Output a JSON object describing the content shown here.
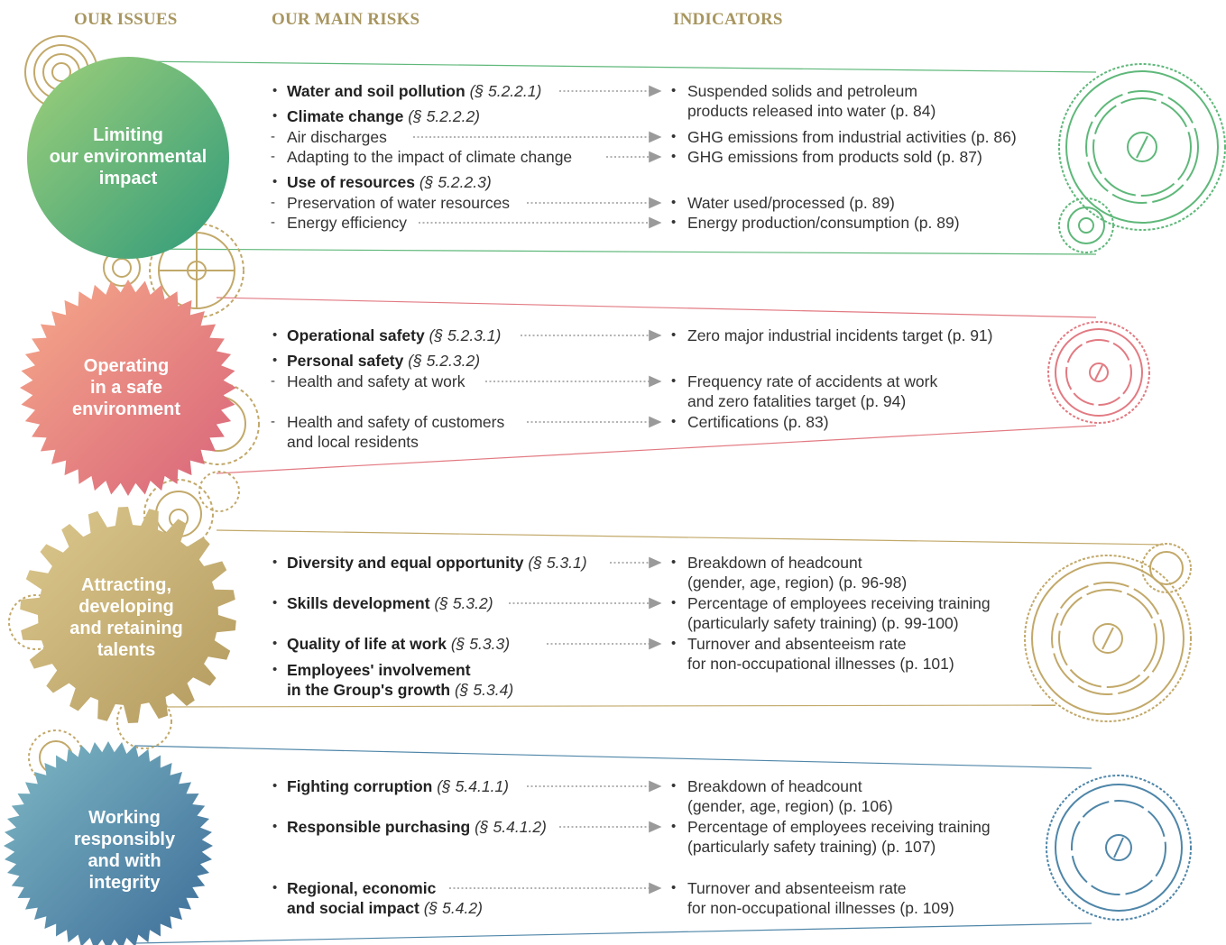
{
  "headers": {
    "issues": "OUR ISSUES",
    "risks": "OUR MAIN RISKS",
    "indicators": "INDICATORS"
  },
  "colors": {
    "green": "#5fb87a",
    "red": "#e27a82",
    "gold": "#c2a96a",
    "blue": "#4f86a8",
    "header": "#a89660"
  },
  "sections": [
    {
      "issue": [
        "Limiting",
        "our environmental",
        "impact"
      ],
      "risks": [
        {
          "marker": "•",
          "bold": "Water and soil pollution",
          "ref": "(§ 5.2.2.1)",
          "text": ""
        },
        {
          "marker": "•",
          "bold": "Climate change",
          "ref": "(§ 5.2.2.2)",
          "text": ""
        },
        {
          "marker": "-",
          "bold": "",
          "ref": "",
          "text": "Air discharges"
        },
        {
          "marker": "-",
          "bold": "",
          "ref": "",
          "text": "Adapting to the impact of climate change"
        },
        {
          "marker": "•",
          "bold": "Use of resources",
          "ref": "(§ 5.2.2.3)",
          "text": ""
        },
        {
          "marker": "-",
          "bold": "",
          "ref": "",
          "text": "Preservation of water resources"
        },
        {
          "marker": "-",
          "bold": "",
          "ref": "",
          "text": "Energy efficiency"
        }
      ],
      "indicators": [
        [
          "Suspended solids and petroleum",
          "products released into water (p. 84)"
        ],
        [
          "GHG emissions from industrial activities (p. 86)"
        ],
        [
          "GHG emissions from products sold (p. 87)"
        ],
        [
          "Water used/processed (p. 89)"
        ],
        [
          "Energy production/consumption (p. 89)"
        ]
      ]
    },
    {
      "issue": [
        "Operating",
        "in a safe",
        "environment"
      ],
      "risks": [
        {
          "marker": "•",
          "bold": "Operational safety",
          "ref": "(§ 5.2.3.1)",
          "text": ""
        },
        {
          "marker": "•",
          "bold": "Personal safety",
          "ref": "(§ 5.2.3.2)",
          "text": ""
        },
        {
          "marker": "-",
          "bold": "",
          "ref": "",
          "text": "Health and safety at work"
        },
        {
          "marker": "-",
          "bold": "",
          "ref": "",
          "text": "Health and safety of customers",
          "text2": "and local residents"
        }
      ],
      "indicators": [
        [
          "Zero major industrial incidents target (p. 91)"
        ],
        [
          "Frequency rate of accidents at work",
          "and zero fatalities target (p. 94)"
        ],
        [
          "Certifications (p. 83)"
        ]
      ]
    },
    {
      "issue": [
        "Attracting,",
        "developing",
        "and retaining",
        "talents"
      ],
      "risks": [
        {
          "marker": "•",
          "bold": "Diversity and equal opportunity",
          "ref": "(§ 5.3.1)",
          "text": ""
        },
        {
          "marker": "•",
          "bold": "Skills development",
          "ref": "(§ 5.3.2)",
          "text": ""
        },
        {
          "marker": "•",
          "bold": "Quality of life at work",
          "ref": "(§ 5.3.3)",
          "text": ""
        },
        {
          "marker": "•",
          "bold": "Employees' involvement",
          "ref": "",
          "text": "",
          "bold2": "in the Group's growth",
          "ref2": "(§ 5.3.4)"
        }
      ],
      "indicators": [
        [
          "Breakdown of headcount",
          "(gender, age, region) (p. 96-98)"
        ],
        [
          "Percentage of employees receiving training",
          "(particularly safety training) (p. 99-100)"
        ],
        [
          "Turnover and absenteeism rate",
          "for non-occupational illnesses (p. 101)"
        ]
      ]
    },
    {
      "issue": [
        "Working",
        "responsibly",
        "and with",
        "integrity"
      ],
      "risks": [
        {
          "marker": "•",
          "bold": "Fighting corruption",
          "ref": "(§ 5.4.1.1)",
          "text": ""
        },
        {
          "marker": "•",
          "bold": "Responsible purchasing",
          "ref": "(§ 5.4.1.2)",
          "text": ""
        },
        {
          "marker": "•",
          "bold": "Regional, economic",
          "ref": "",
          "text": "",
          "bold2": "and social impact",
          "ref2": "(§ 5.4.2)"
        }
      ],
      "indicators": [
        [
          "Breakdown of headcount",
          "(gender, age, region) (p. 106)"
        ],
        [
          "Percentage of employees receiving training",
          "(particularly safety training) (p. 107)"
        ],
        [
          "Turnover and absenteeism rate",
          "for non-occupational illnesses (p. 109)"
        ]
      ]
    }
  ]
}
